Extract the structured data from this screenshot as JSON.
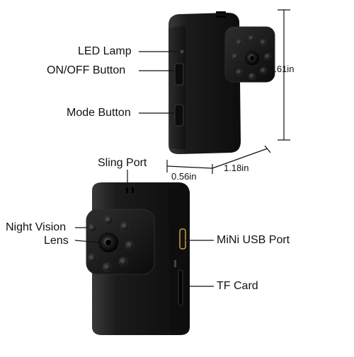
{
  "labels": {
    "led_lamp": "LED Lamp",
    "on_off_button": "ON/OFF Button",
    "mode_button": "Mode Button",
    "sling_port": "Sling Port",
    "night_vision_line1": "Night Vision",
    "night_vision_line2": "Lens",
    "mini_usb_port": "MiNi USB Port",
    "tf_card": "TF Card"
  },
  "dimensions": {
    "height": "1.61in",
    "depth": "0.56in",
    "width": "1.18in"
  },
  "colors": {
    "background": "#ffffff",
    "body": "#1a1a1a",
    "text": "#111111"
  }
}
